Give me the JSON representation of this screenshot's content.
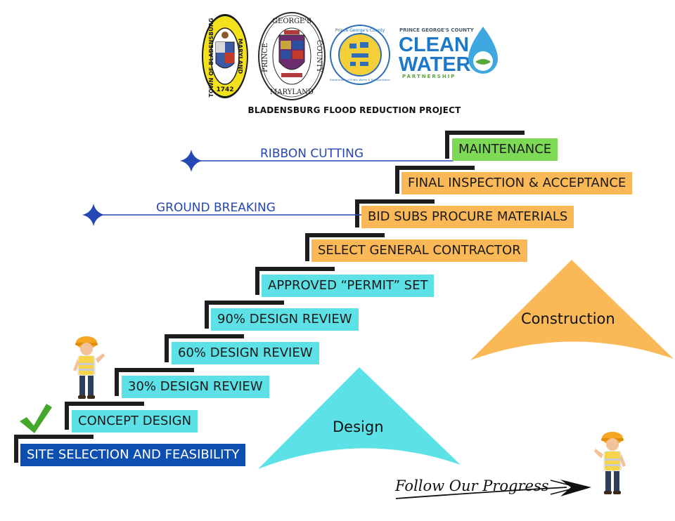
{
  "header": {
    "logos": [
      {
        "icon": "town-of-bladensburg-seal",
        "ring_text": "TOWN OF BLADENSBURG",
        "state_text": "MARYLAND",
        "year": "1742"
      },
      {
        "icon": "prince-georges-county-seal",
        "top_text": "GEORGE'S",
        "left_text": "PRINCE",
        "right_text": "COUNTY",
        "bottom_text": "MARYLAND"
      },
      {
        "icon": "dpwt-seal",
        "ring_text": "Prince George's County",
        "bottom_ring_text": "Department of Public Works & Transportation"
      },
      {
        "icon": "clean-water-partnership-logo",
        "top_text": "PRINCE GEORGE'S COUNTY",
        "line1": "CLEAN",
        "line2": "WATER",
        "sub_text": "PARTNERSHIP"
      }
    ],
    "project_title": "BLADENSBURG FLOOD REDUCTION PROJECT"
  },
  "steps": [
    {
      "label": "SITE SELECTION AND FEASIBILITY",
      "phase": "completed",
      "color": "#0d4fb0"
    },
    {
      "label": "CONCEPT DESIGN",
      "phase": "design",
      "color": "#5ce1e6"
    },
    {
      "label": "30% DESIGN REVIEW",
      "phase": "design",
      "color": "#5ce1e6"
    },
    {
      "label": "60% DESIGN REVIEW",
      "phase": "design",
      "color": "#5ce1e6"
    },
    {
      "label": "90% DESIGN REVIEW",
      "phase": "design",
      "color": "#5ce1e6"
    },
    {
      "label": "APPROVED “PERMIT” SET",
      "phase": "design",
      "color": "#5ce1e6"
    },
    {
      "label": "SELECT GENERAL CONTRACTOR",
      "phase": "construction",
      "color": "#fbb857"
    },
    {
      "label": "BID SUBS PROCURE MATERIALS",
      "phase": "construction",
      "color": "#fbb857"
    },
    {
      "label": "FINAL INSPECTION & ACCEPTANCE",
      "phase": "construction",
      "color": "#fbb857"
    },
    {
      "label": "MAINTENANCE",
      "phase": "maintenance",
      "color": "#7ed957"
    }
  ],
  "milestones": {
    "ribbon_cutting": "RIBBON CUTTING",
    "ground_breaking": "GROUND BREAKING",
    "line_color": "#2547b4"
  },
  "phases": {
    "design": "Design",
    "construction": "Construction"
  },
  "footer": {
    "follow_text": "Follow Our Progress"
  },
  "icons": [
    "checkmark-icon",
    "construction-worker-icon",
    "arrow-right-icon",
    "sparkle-star-icon"
  ]
}
